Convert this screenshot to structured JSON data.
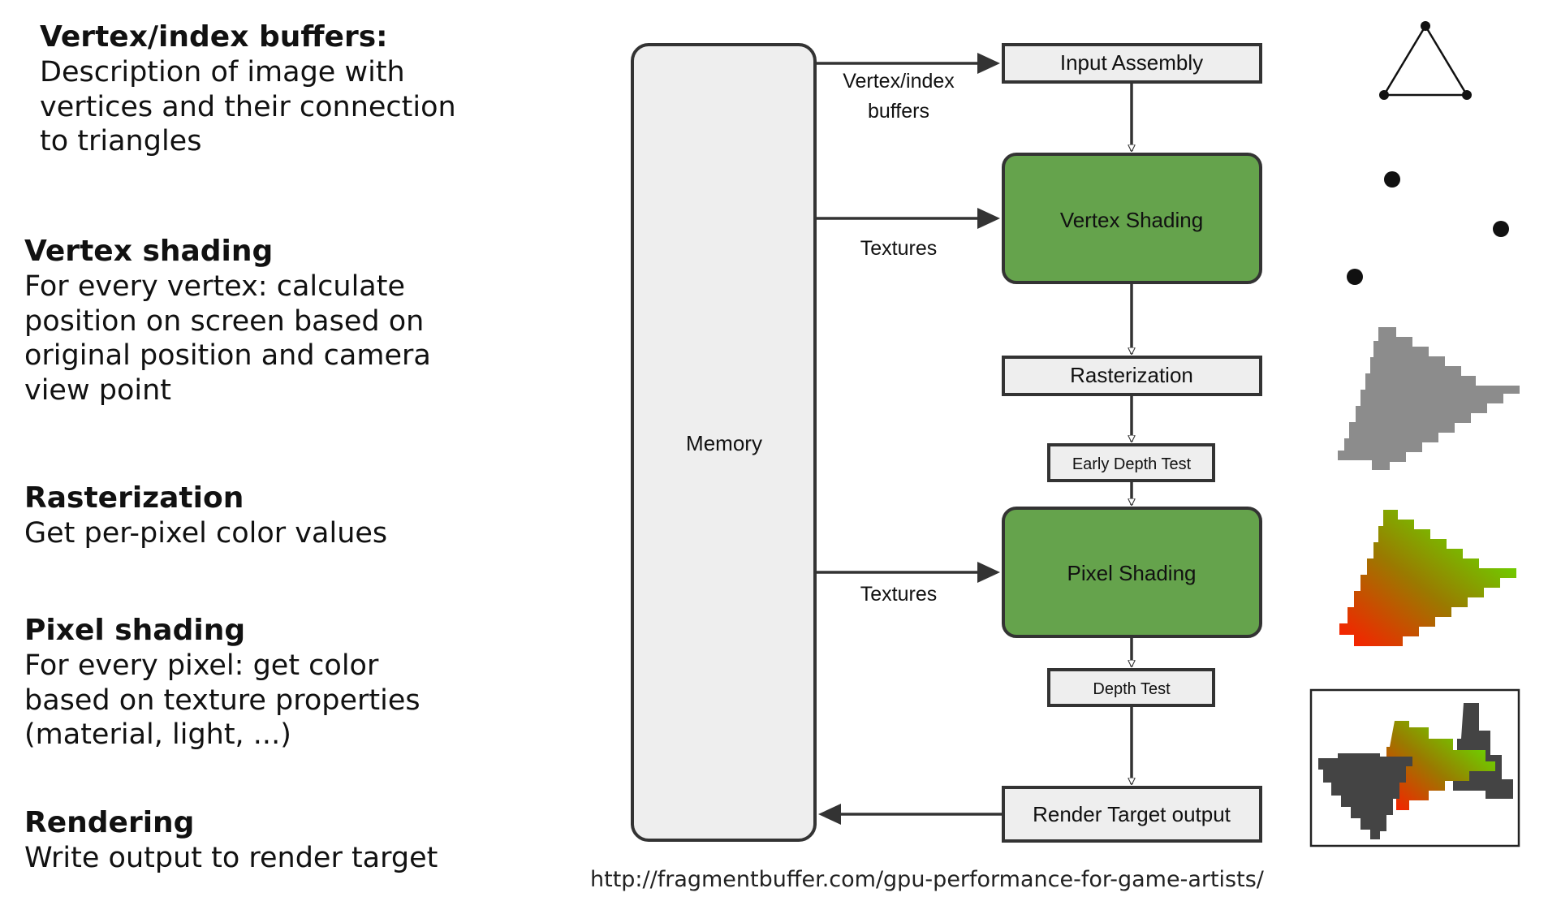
{
  "descriptions": [
    {
      "title": "Vertex/index buffers:",
      "text": "Description of image with\nvertices and their connection\nto triangles"
    },
    {
      "title": "Vertex shading",
      "text": "For every vertex: calculate\nposition on screen based on\noriginal position and camera\nview point"
    },
    {
      "title": "Rasterization",
      "text": "Get per-pixel color values"
    },
    {
      "title": "Pixel shading",
      "text": "For every pixel: get color\nbased on texture properties\n(material, light, ...)"
    },
    {
      "title": "Rendering",
      "text": "Write output to render target"
    }
  ],
  "diagram": {
    "memory_label": "Memory",
    "stages": {
      "input_assembly": "Input Assembly",
      "vertex_shading": "Vertex Shading",
      "rasterization": "Rasterization",
      "early_depth_test": "Early Depth Test",
      "pixel_shading": "Pixel Shading",
      "depth_test": "Depth Test",
      "render_target_output": "Render Target output"
    },
    "connectors": {
      "buffers_line1": "Vertex/index",
      "buffers_line2": "buffers",
      "textures_vertex": "Textures",
      "textures_pixel": "Textures"
    }
  },
  "colors": {
    "shader_fill": "#65a34c",
    "box_fill": "#eeeeee",
    "stroke": "#333333",
    "raster_gray": "#8c8c8c",
    "dark_gray": "#444444"
  },
  "illustrations": [
    "wireframe-triangle",
    "transformed-vertices",
    "rasterized-gray-triangle",
    "shaded-gradient-triangle",
    "composited-render-target"
  ],
  "source": "http://fragmentbuffer.com/gpu-performance-for-game-artists/"
}
